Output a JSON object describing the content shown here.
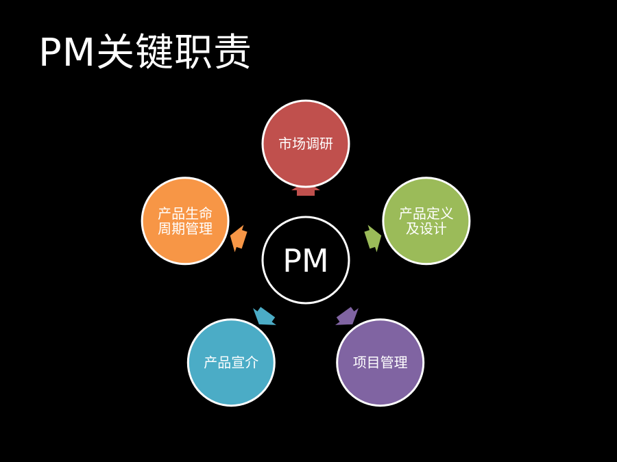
{
  "slide": {
    "title": "PM关键职责"
  },
  "diagram": {
    "center": {
      "label": "PM",
      "fill": "#000000",
      "stroke": "#ffffff"
    },
    "nodes": [
      {
        "id": "market-research",
        "lines": [
          "市场调研"
        ],
        "color": "#c0504d"
      },
      {
        "id": "product-definition",
        "lines": [
          "产品定义",
          "及设计"
        ],
        "color": "#9bbb59"
      },
      {
        "id": "project-management",
        "lines": [
          "项目管理"
        ],
        "color": "#8064a2"
      },
      {
        "id": "product-promotion",
        "lines": [
          "产品宣介"
        ],
        "color": "#4bacc6"
      },
      {
        "id": "lifecycle-management",
        "lines": [
          "产品生命",
          "周期管理"
        ],
        "color": "#f79646"
      }
    ]
  }
}
